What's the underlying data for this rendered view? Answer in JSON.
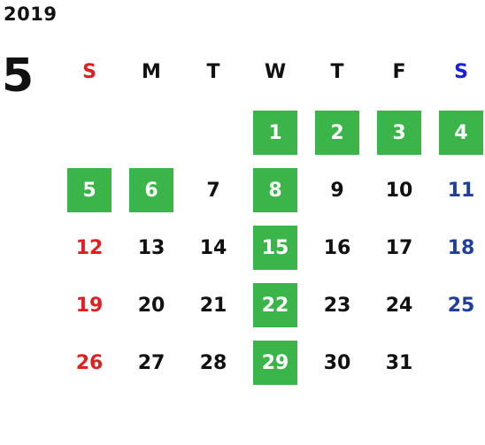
{
  "calendar": {
    "year": "2019",
    "month": "5",
    "weekdays": [
      "S",
      "M",
      "T",
      "W",
      "T",
      "F",
      "S"
    ],
    "days": [
      {
        "label": "1",
        "highlighted": true
      },
      {
        "label": "2",
        "highlighted": true
      },
      {
        "label": "3",
        "highlighted": true
      },
      {
        "label": "4",
        "highlighted": true
      },
      {
        "label": "5",
        "highlighted": true
      },
      {
        "label": "6",
        "highlighted": true
      },
      {
        "label": "7",
        "highlighted": false
      },
      {
        "label": "8",
        "highlighted": true
      },
      {
        "label": "9",
        "highlighted": false
      },
      {
        "label": "10",
        "highlighted": false
      },
      {
        "label": "11",
        "highlighted": false
      },
      {
        "label": "12",
        "highlighted": false
      },
      {
        "label": "13",
        "highlighted": false
      },
      {
        "label": "14",
        "highlighted": false
      },
      {
        "label": "15",
        "highlighted": true
      },
      {
        "label": "16",
        "highlighted": false
      },
      {
        "label": "17",
        "highlighted": false
      },
      {
        "label": "18",
        "highlighted": false
      },
      {
        "label": "19",
        "highlighted": false
      },
      {
        "label": "20",
        "highlighted": false
      },
      {
        "label": "21",
        "highlighted": false
      },
      {
        "label": "22",
        "highlighted": true
      },
      {
        "label": "23",
        "highlighted": false
      },
      {
        "label": "24",
        "highlighted": false
      },
      {
        "label": "25",
        "highlighted": false
      },
      {
        "label": "26",
        "highlighted": false
      },
      {
        "label": "27",
        "highlighted": false
      },
      {
        "label": "28",
        "highlighted": false
      },
      {
        "label": "29",
        "highlighted": true
      },
      {
        "label": "30",
        "highlighted": false
      },
      {
        "label": "31",
        "highlighted": false
      }
    ],
    "colors": {
      "highlight_bg": "#3bb54a",
      "sunday": "#e02020",
      "saturday": "#1f3f9a",
      "saturday_header": "#1a20d8"
    }
  }
}
